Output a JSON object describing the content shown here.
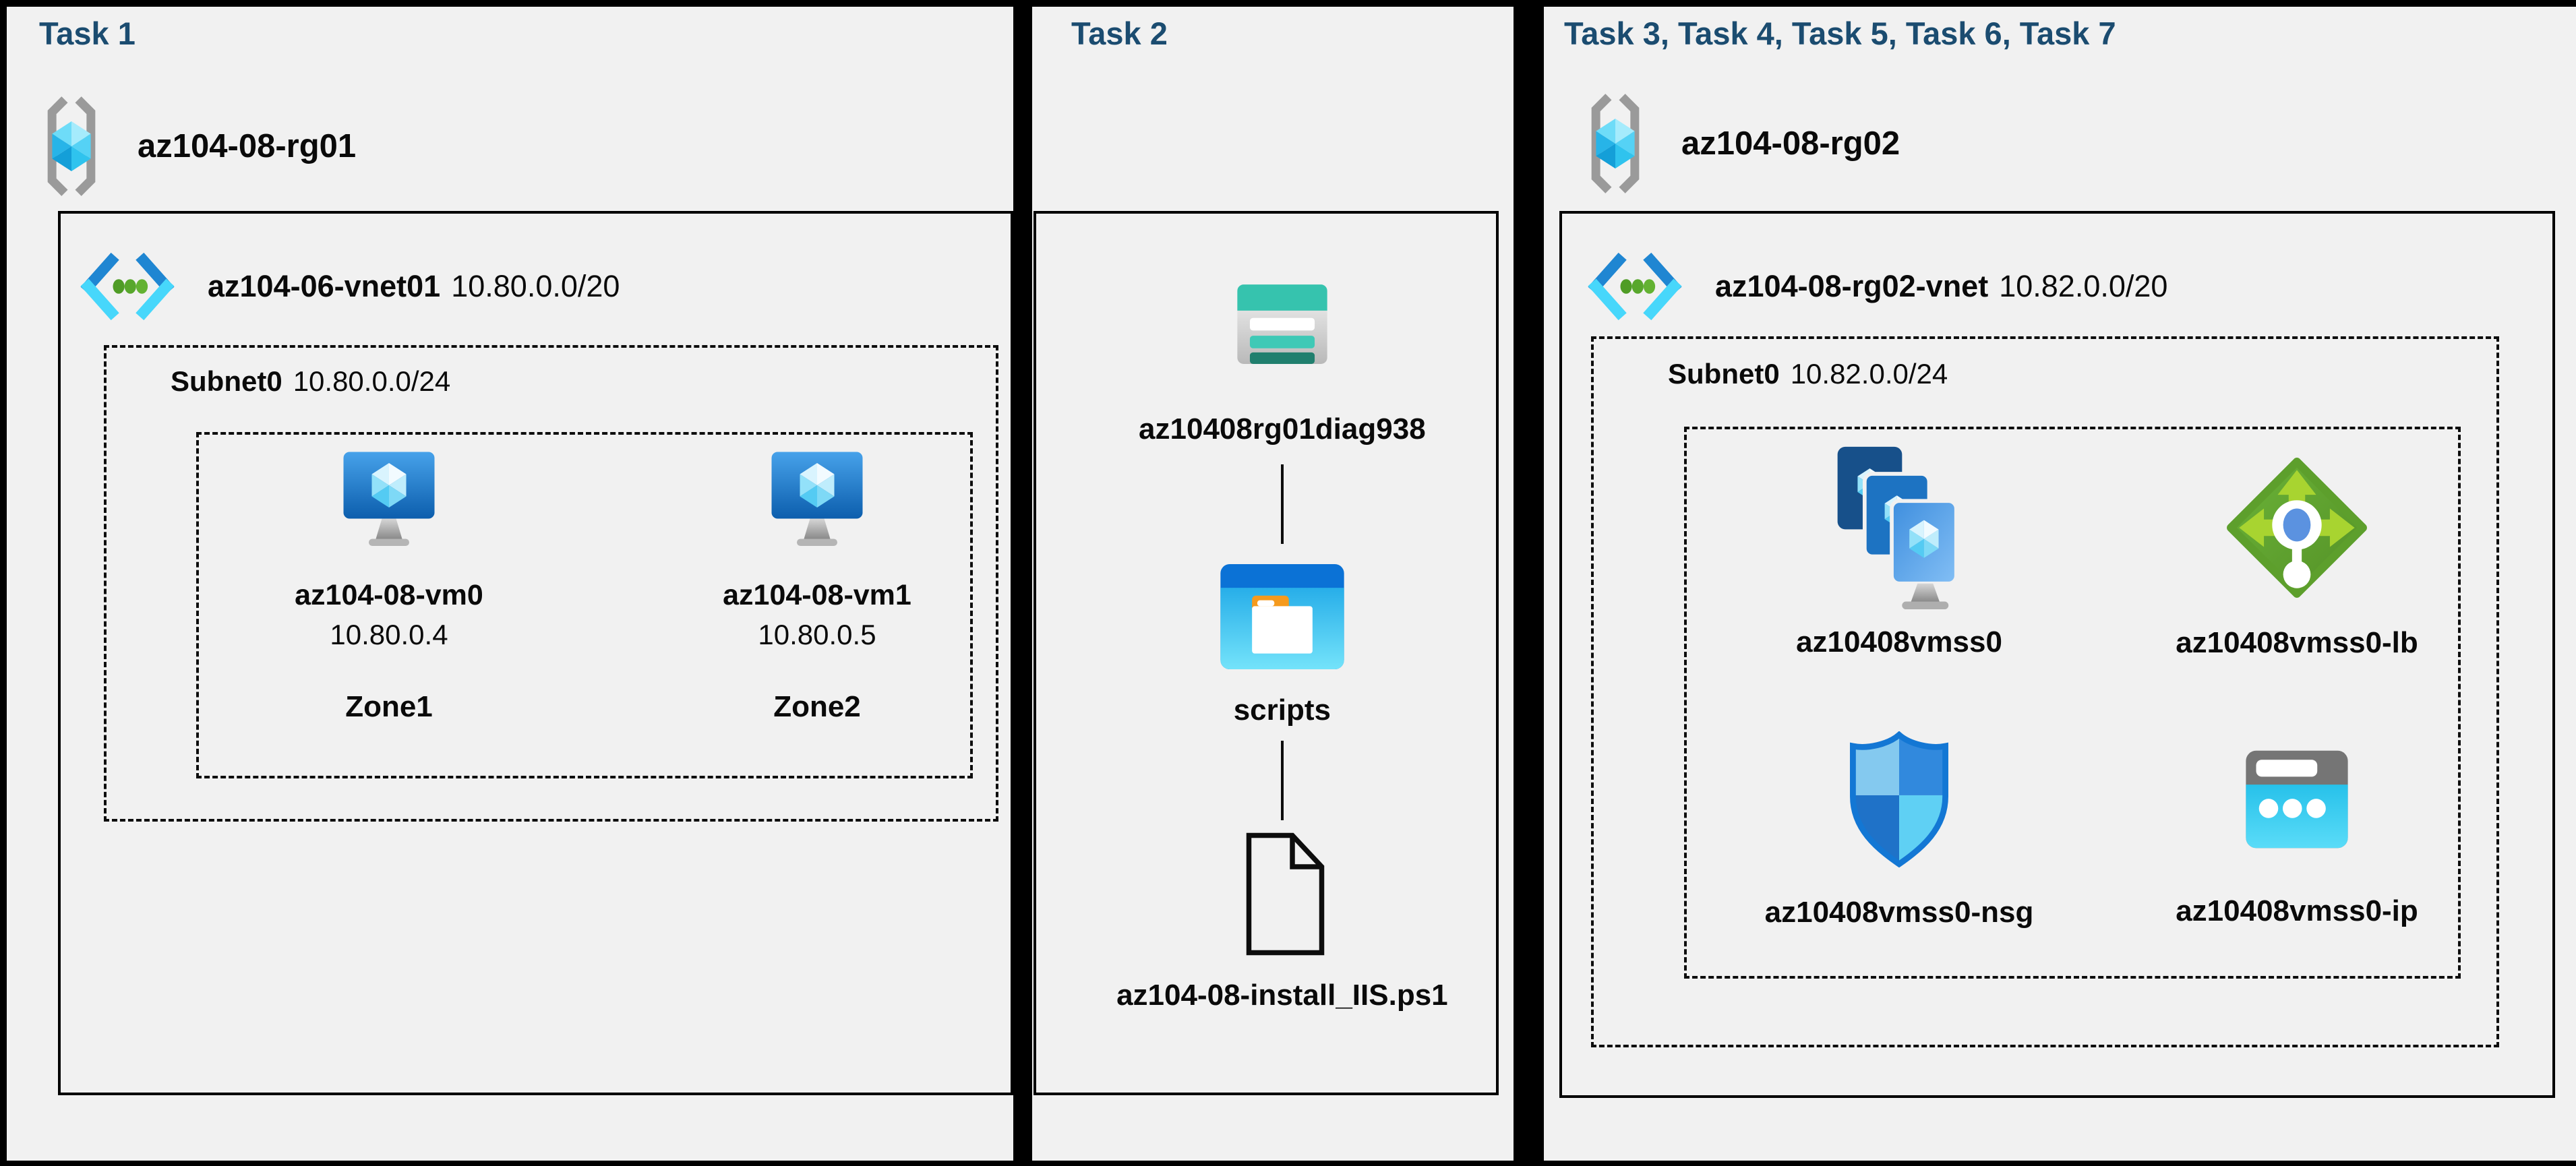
{
  "colors": {
    "background": "#000000",
    "panel_bg": "#f1f1f1",
    "title_text": "#1b4c70",
    "label_text": "#0a0a0a",
    "box_border": "#0d0d0d",
    "vm_blue": "#1b76cc",
    "storage_teal": "#36c3ae",
    "folder_blue": "#0b72d6",
    "lb_green": "#61a52f",
    "ip_cyan": "#34cdf2"
  },
  "panels": [
    {
      "title": "Task 1",
      "resource_group": {
        "name": "az104-08-rg01",
        "icon": "resource-group-icon"
      },
      "vnet": {
        "name": "az104-06-vnet01",
        "cidr": "10.80.0.0/20",
        "icon": "vnet-icon"
      },
      "subnet": {
        "name": "Subnet0",
        "cidr": "10.80.0.0/24"
      },
      "vms": [
        {
          "name": "az104-08-vm0",
          "ip": "10.80.0.4",
          "zone": "Zone1",
          "icon": "vm-icon"
        },
        {
          "name": "az104-08-vm1",
          "ip": "10.80.0.5",
          "zone": "Zone2",
          "icon": "vm-icon"
        }
      ]
    },
    {
      "title": "Task 2",
      "storage_account": {
        "name": "az10408rg01diag938",
        "icon": "storage-account-icon"
      },
      "container": {
        "name": "scripts",
        "icon": "folder-icon"
      },
      "script_file": {
        "name": "az104-08-install_IIS.ps1",
        "icon": "file-icon"
      }
    },
    {
      "title": "Task 3, Task 4, Task 5, Task 6, Task 7",
      "resource_group": {
        "name": "az104-08-rg02",
        "icon": "resource-group-icon"
      },
      "vnet": {
        "name": "az104-08-rg02-vnet",
        "cidr": "10.82.0.0/20",
        "icon": "vnet-icon"
      },
      "subnet": {
        "name": "Subnet0",
        "cidr": "10.82.0.0/24"
      },
      "resources": [
        {
          "name": "az10408vmss0",
          "type": "virtual-machine-scale-set",
          "icon": "vmss-icon"
        },
        {
          "name": "az10408vmss0-lb",
          "type": "load-balancer",
          "icon": "load-balancer-icon"
        },
        {
          "name": "az10408vmss0-nsg",
          "type": "network-security-group",
          "icon": "nsg-icon"
        },
        {
          "name": "az10408vmss0-ip",
          "type": "public-ip-address",
          "icon": "public-ip-icon"
        }
      ]
    }
  ]
}
